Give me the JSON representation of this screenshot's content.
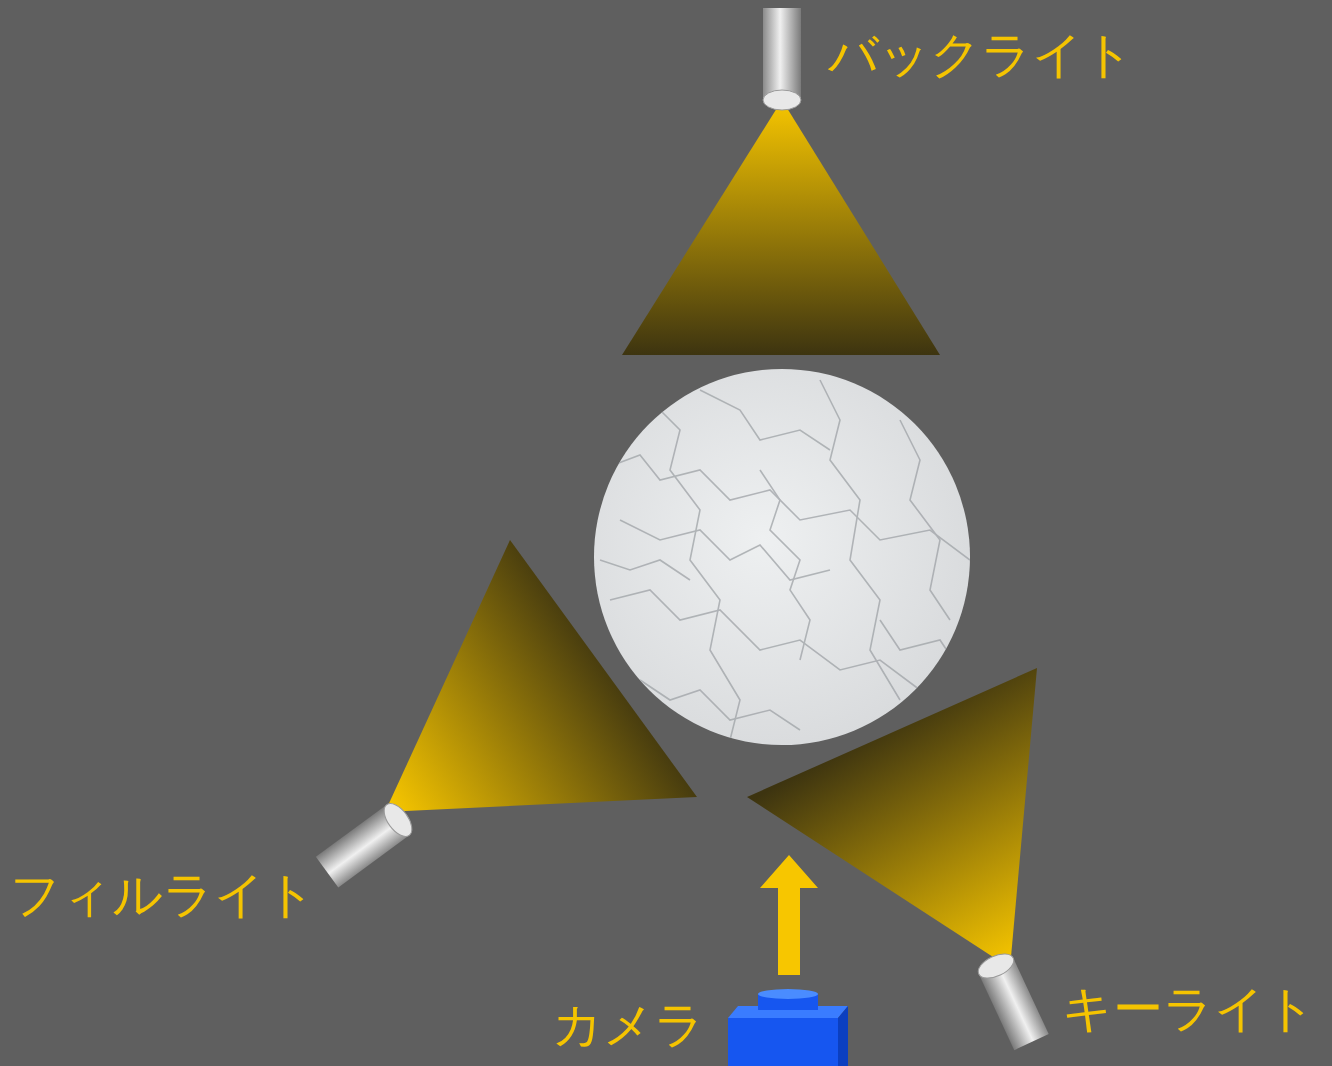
{
  "diagram": {
    "labels": [
      "バックライト",
      "フィルライト",
      "キーライト",
      "カメラ"
    ]
  }
}
